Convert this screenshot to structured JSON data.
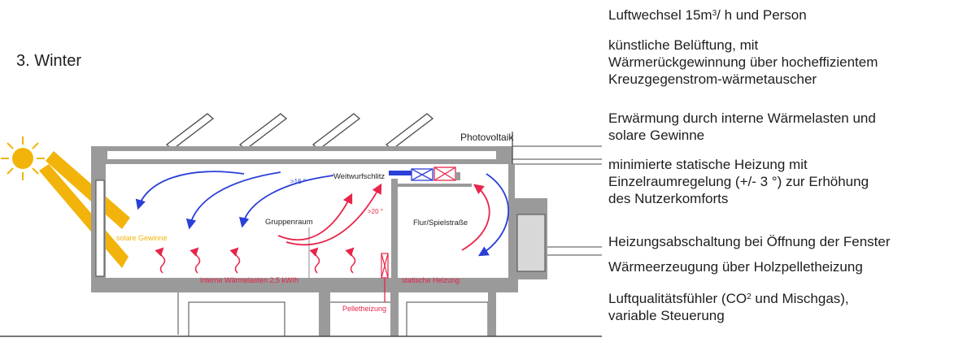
{
  "title": "3. Winter",
  "labels": {
    "photovoltaik": "Photovoltaik",
    "weitwurfschlitz": "Weitwurfschlitz",
    "temp_16": ">16 °",
    "temp_20": ">20 °",
    "gruppenraum": "Gruppenraum",
    "flur": "Flur/Spielstraße",
    "solare_gewinne": "solare Gewinne",
    "interne_waermelasten": "interne Wärmelasten 2,5 kW/h",
    "statische_heizung": "statische Heizung",
    "pelletheizung": "Pelletheizung"
  },
  "notes": {
    "luftwechsel": {
      "prefix": "Luftwechsel 15m",
      "sup": "3",
      "suffix": "/ h und Person"
    },
    "lueftung": [
      "künstliche Belüftung, mit",
      "Wärmerückgewinnung über hocheffizientem",
      "Kreuzgegenstrom-wärmetauscher"
    ],
    "erwaermung": [
      "Erwärmung durch interne Wärmelasten und",
      "solare Gewinne"
    ],
    "heizung": [
      "minimierte statische Heizung mit",
      "Einzelraumregelung (+/- 3 °) zur Erhöhung",
      "des Nutzerkomforts"
    ],
    "abschaltung": "Heizungsabschaltung bei Öffnung der Fenster",
    "waermeerzeugung": "Wärmeerzeugung über Holzpelletheizung",
    "luftqualitaet": {
      "prefix": "Luftqualitätsfühler (CO",
      "sup": "2",
      "suffix": " und Mischgas),",
      "line2": "variable Steuerung"
    }
  },
  "colors": {
    "warm": "#e8254a",
    "cool": "#2a3fd8",
    "sun": "#f2b40a",
    "wall": "#8c8c8c",
    "line": "#4a4a4a"
  }
}
